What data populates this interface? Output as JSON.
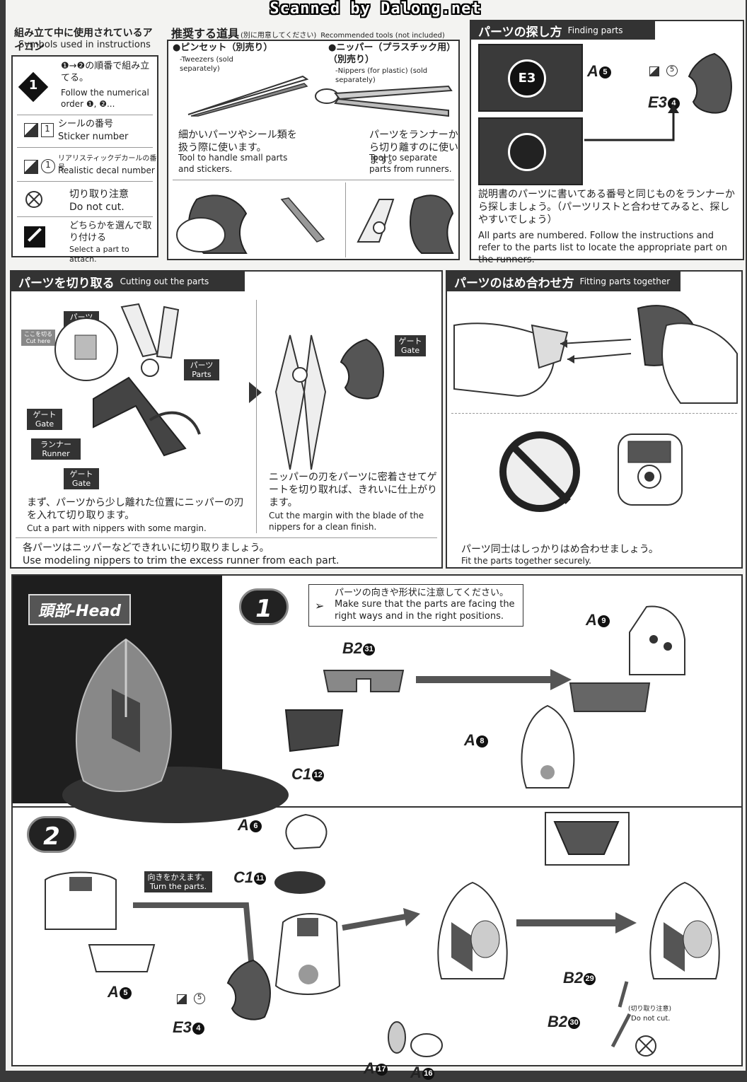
{
  "watermark": "Scanned by Dalong.net",
  "symbols": {
    "title_jp": "組み立て中に使用されているアイコン",
    "title_en": "Symbols used in instructions",
    "step_badge": "1",
    "order_jp": "❶→❷の順番で組み立てる。",
    "order_en": "Follow the numerical order ❶, ❷...",
    "sticker_number": "1",
    "sticker_jp": "シールの番号",
    "sticker_en": "Sticker number",
    "decal_number": "1",
    "decal_jp": "リアリスティックデカールの番号",
    "decal_en": "Realistic decal number",
    "nocut_jp": "切り取り注意",
    "nocut_en": "Do not cut.",
    "select_jp": "どちらかを選んで取り付ける",
    "select_en": "Select a part to attach."
  },
  "tools": {
    "title_jp": "推奨する道具",
    "title_sub_jp": "(別に用意してください)",
    "title_en": "Recommended tools (not included)",
    "tweezers_jp": "●ピンセット（別売り）",
    "tweezers_en": "-Tweezers (sold separately)",
    "nippers_jp": "●ニッパー（プラスチック用）（別売り）",
    "nippers_en": "-Nippers (for plastic) (sold separately)",
    "tweezers_desc_jp": "細かいパーツやシール類を扱う際に使います。",
    "tweezers_desc_en": "Tool to handle small parts and stickers.",
    "nippers_desc_jp": "パーツをランナーから切り離すのに使います。",
    "nippers_desc_en": "Tool to separate parts from runners."
  },
  "finding": {
    "title_jp": "パーツの探し方",
    "title_en": "Finding parts",
    "runner_code": "E3",
    "label_a": "A",
    "num_a": "5",
    "label_e": "E3",
    "num_e": "4",
    "sticker_num": "5",
    "desc_jp": "説明書のパーツに書いてある番号と同じものをランナーから探しましょう。（パーツリストと合わせてみると、探しやすいでしょう）",
    "desc_en": "All parts are numbered. Follow the instructions and refer to the parts list to locate the appropriate part on the runners."
  },
  "cutting": {
    "title_jp": "パーツを切り取る",
    "title_en": "Cutting out the parts",
    "cut_here": "ここを切る Cut here",
    "parts1": "パーツ Parts",
    "parts2": "パーツ Parts",
    "gate1": "ゲート Gate",
    "runner": "ランナー Runner",
    "gate2": "ゲート Gate",
    "gate3": "ゲート Gate",
    "step1_jp": "まず、パーツから少し離れた位置にニッパーの刃を入れて切り取ります。",
    "step1_en": "Cut a part with nippers with some margin.",
    "step2_jp": "ニッパーの刃をパーツに密着させてゲートを切り取れば、きれいに仕上がります。",
    "step2_en": "Cut the margin with the blade of the nippers for a clean finish.",
    "all_jp": "各パーツはニッパーなどできれいに切り取りましょう。",
    "all_en": "Use modeling nippers to trim the excess runner from each part."
  },
  "fitting": {
    "title_jp": "パーツのはめ合わせ方",
    "title_en": "Fitting parts together",
    "desc_jp": "パーツ同士はしっかりはめ合わせましょう。",
    "desc_en": "Fit the parts together securely."
  },
  "head": {
    "title": "頭部-Head",
    "step1_badge": "1",
    "step1_note_jp": "パーツの向きや形状に注意してください。",
    "step1_note_en": "Make sure that the parts are facing the right ways and in the right positions.",
    "s1_b2": "B2",
    "s1_b2_num": "31",
    "s1_c1": "C1",
    "s1_c1_num": "12",
    "s1_a9": "A",
    "s1_a9_num": "9",
    "s1_a8": "A",
    "s1_a8_num": "8",
    "step2_badge": "2",
    "turn_jp": "向きをかえます。",
    "turn_en": "Turn the parts.",
    "s2_a5": "A",
    "s2_a5_num": "5",
    "s2_e3": "E3",
    "s2_e3_num": "4",
    "s2_sticker": "5",
    "s2_a6": "A",
    "s2_a6_num": "6",
    "s2_c1": "C1",
    "s2_c1_num": "11",
    "s2_a17": "A",
    "s2_a17_num": "17",
    "s2_a16": "A",
    "s2_a16_num": "16",
    "s2_b2a": "B2",
    "s2_b2a_num": "29",
    "s2_b2b": "B2",
    "s2_b2b_num": "30",
    "nocut_jp": "(切り取り注意)",
    "nocut_en": "Do not cut."
  }
}
